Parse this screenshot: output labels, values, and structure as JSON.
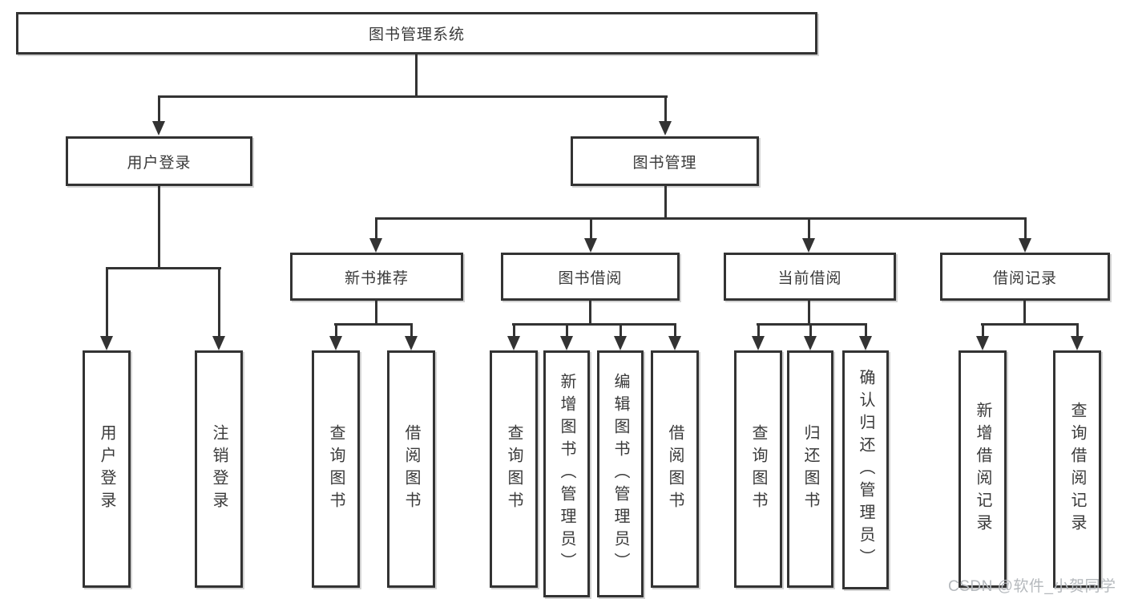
{
  "diagram": {
    "root": {
      "label": "图书管理系统"
    },
    "branches": [
      {
        "label": "用户登录",
        "children": [
          {
            "label": "用户登录"
          },
          {
            "label": "注销登录"
          }
        ]
      },
      {
        "label": "图书管理",
        "children": [
          {
            "label": "新书推荐",
            "children": [
              {
                "label": "查询图书"
              },
              {
                "label": "借阅图书"
              }
            ]
          },
          {
            "label": "图书借阅",
            "children": [
              {
                "label": "查询图书"
              },
              {
                "label": "新增图书（管理员）"
              },
              {
                "label": "编辑图书（管理员）"
              },
              {
                "label": "借阅图书"
              }
            ]
          },
          {
            "label": "当前借阅",
            "children": [
              {
                "label": "查询图书"
              },
              {
                "label": "归还图书"
              },
              {
                "label": "确认归还（管理员）"
              }
            ]
          },
          {
            "label": "借阅记录",
            "children": [
              {
                "label": "新增借阅记录"
              },
              {
                "label": "查询借阅记录"
              }
            ]
          }
        ]
      }
    ]
  },
  "watermark": {
    "text": "CSDN @软件_小贺同学"
  },
  "colors": {
    "line": "#333333",
    "text": "#3a3a3a",
    "background": "#ffffff",
    "watermark": "#b5b9bd"
  }
}
